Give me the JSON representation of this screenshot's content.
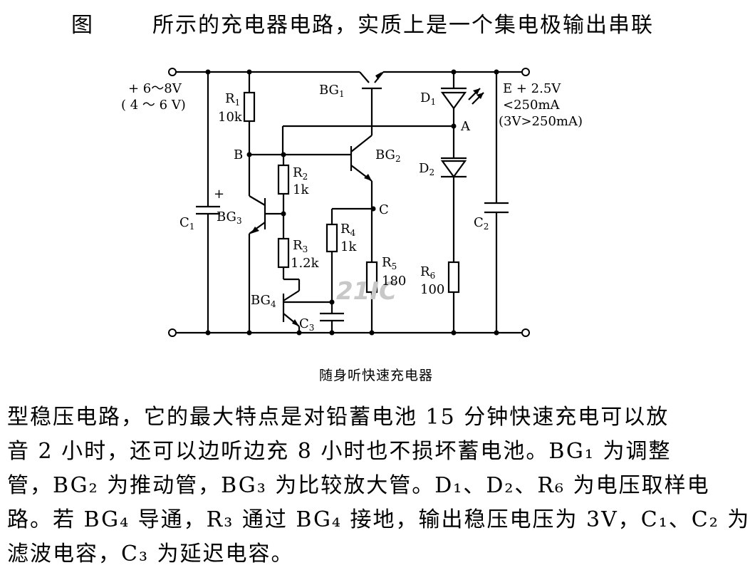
{
  "heading": {
    "fig": "图",
    "rest": "所示的充电器电路，实质上是一个集电极输出串联"
  },
  "caption": "随身听快速充电器",
  "paragraph": [
    "型稳压电路，它的最大特点是对铅蓄电池 15 分钟快速充电可以放",
    "音 2 小时，还可以边听边充 8 小时也不损坏蓄电池。BG₁ 为调整",
    "管，BG₂ 为推动管，BG₃ 为比较放大管。D₁、D₂、R₆ 为电压取样电",
    "路。若 BG₄ 导通，R₃ 通过 BG₄ 接地，输出稳压电压为 3V，C₁、C₂ 为",
    "滤波电容，C₃ 为延迟电容。"
  ],
  "circuit": {
    "input_v": "+ 6～8V",
    "input_v2": "( 4 ～ 6 V)",
    "output_e": "E + 2.5V",
    "output_i": "<250mA",
    "output_alt": "(3V>250mA)",
    "R1": "R",
    "R1_sub": "1",
    "R1_val": "10k",
    "R2": "R",
    "R2_sub": "2",
    "R2_val": "1k",
    "R3": "R",
    "R3_sub": "3",
    "R3_val": "1.2k",
    "R4": "R",
    "R4_sub": "4",
    "R4_val": "1k",
    "R5": "R",
    "R5_sub": "5",
    "R5_val": "180",
    "R6": "R",
    "R6_sub": "6",
    "R6_val": "100",
    "BG1": "BG",
    "BG1_sub": "1",
    "BG2": "BG",
    "BG2_sub": "2",
    "BG3": "BG",
    "BG3_sub": "3",
    "BG4": "BG",
    "BG4_sub": "4",
    "D1": "D",
    "D1_sub": "1",
    "D2": "D",
    "D2_sub": "2",
    "C1": "C",
    "C1_sub": "1",
    "C2": "C",
    "C2_sub": "2",
    "C3": "C",
    "C3_sub": "3",
    "plus": "+",
    "node_A": "A",
    "node_B": "B",
    "node_C": "C"
  },
  "watermark": "21IC"
}
